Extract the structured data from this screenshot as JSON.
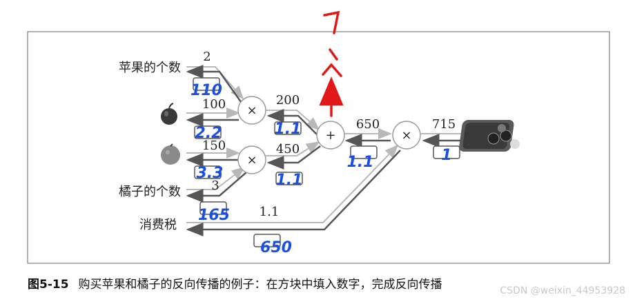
{
  "figure": {
    "caption_number": "图5-15",
    "caption_text": "购买苹果和橘子的反向传播的例子：在方块中填入数字，完成反向传播",
    "watermark": "CSDN @weixin_44953928"
  },
  "inputs": {
    "apple_count_label": "苹果的个数",
    "orange_count_label": "橘子的个数",
    "tax_label": "消费税",
    "apple_icon": "apple-icon",
    "orange_icon": "orange-icon",
    "wallet_icon": "wallet-icon"
  },
  "nodes": {
    "mul_symbol": "×",
    "add_symbol": "+"
  },
  "forward_values": {
    "apple_count": "2",
    "apple_price": "100",
    "orange_price": "150",
    "orange_count": "3",
    "apple_total": "200",
    "orange_total": "450",
    "sum": "650",
    "tax": "1.1",
    "total": "715"
  },
  "handwritten": {
    "apple_count_grad": "110",
    "apple_price_grad": "2.2",
    "orange_price_grad": "3.3",
    "orange_count_grad": "165",
    "apple_total_grad": "1.1",
    "orange_total_grad": "1.1",
    "sum_grad": "1.1",
    "total_grad": "1",
    "tax_grad": "650"
  },
  "colors": {
    "forward_arrow": "#b8b8b8",
    "backward_arrow": "#555555",
    "handwriting_blue": "#1a4fe0",
    "handwriting_red": "#e01818"
  }
}
